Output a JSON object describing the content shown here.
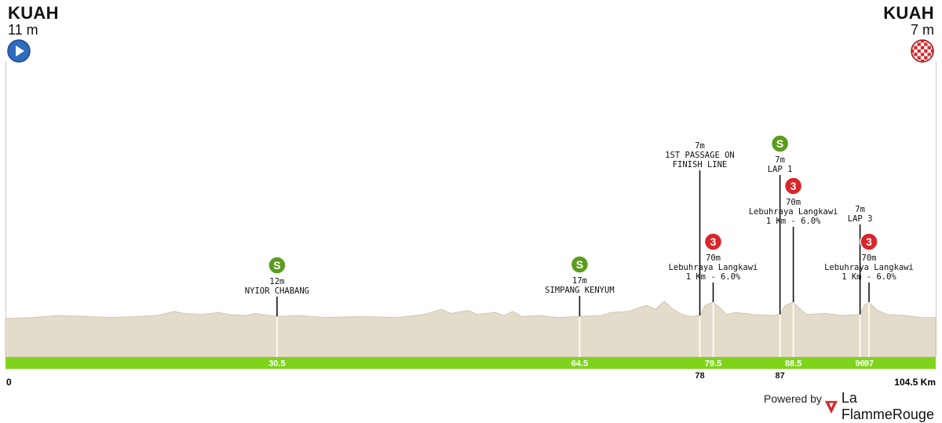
{
  "start": {
    "name": "KUAH",
    "altitude": "11 m",
    "icon": "play-circle-icon",
    "color": "#2f6bbf"
  },
  "finish": {
    "name": "KUAH",
    "altitude": "7 m",
    "icon": "checkered-flag-icon",
    "color": "#d42a2e"
  },
  "distance": {
    "start_label": "0",
    "end_label": "104.5 Km",
    "max_km": 104.5
  },
  "road_color": "#7fd41b",
  "terrain_color": "#e4dccb",
  "profile": [
    [
      0,
      7
    ],
    [
      3,
      8
    ],
    [
      6,
      10
    ],
    [
      9,
      9
    ],
    [
      12,
      8
    ],
    [
      15,
      9
    ],
    [
      17,
      10
    ],
    [
      19,
      14
    ],
    [
      20,
      12
    ],
    [
      22,
      11
    ],
    [
      24,
      13
    ],
    [
      25,
      11
    ],
    [
      27,
      10
    ],
    [
      28,
      12
    ],
    [
      30.5,
      9
    ],
    [
      33,
      10
    ],
    [
      36,
      8
    ],
    [
      40,
      9
    ],
    [
      44,
      8
    ],
    [
      47,
      11
    ],
    [
      49,
      16
    ],
    [
      50,
      12
    ],
    [
      52,
      15
    ],
    [
      53,
      11
    ],
    [
      55,
      13
    ],
    [
      56,
      10
    ],
    [
      57,
      14
    ],
    [
      58,
      9
    ],
    [
      60,
      10
    ],
    [
      62,
      8
    ],
    [
      64.5,
      9
    ],
    [
      67,
      10
    ],
    [
      68,
      13
    ],
    [
      70,
      14
    ],
    [
      72,
      20
    ],
    [
      73,
      16
    ],
    [
      74,
      24
    ],
    [
      75,
      16
    ],
    [
      76,
      11
    ],
    [
      77,
      9
    ],
    [
      78,
      10
    ],
    [
      78.6,
      20
    ],
    [
      79.5,
      23
    ],
    [
      80.3,
      17
    ],
    [
      81,
      11
    ],
    [
      82,
      13
    ],
    [
      84,
      11
    ],
    [
      86,
      10
    ],
    [
      87,
      11
    ],
    [
      87.6,
      20
    ],
    [
      88.5,
      23
    ],
    [
      89.2,
      17
    ],
    [
      90,
      11
    ],
    [
      92,
      12
    ],
    [
      94,
      10
    ],
    [
      96,
      11
    ],
    [
      96.5,
      20
    ],
    [
      97,
      23
    ],
    [
      97.8,
      16
    ],
    [
      99,
      11
    ],
    [
      101,
      10
    ],
    [
      103,
      8
    ],
    [
      104.5,
      8
    ]
  ],
  "markers": [
    {
      "km": 30.5,
      "km_label": "30.5",
      "type": "sprint",
      "badge": "S",
      "alt": "12m",
      "name": "NYIOR CHABANG",
      "km_below": false
    },
    {
      "km": 64.5,
      "km_label": "64.5",
      "type": "sprint",
      "badge": "S",
      "alt": "17m",
      "name": "SIMPANG KENYUM",
      "km_below": false
    },
    {
      "km": 78,
      "km_label": "78",
      "type": "passage",
      "badge": "",
      "alt": "7m",
      "name": "1ST PASSAGE ON",
      "name2": "FINISH LINE",
      "km_below": true
    },
    {
      "km": 79.5,
      "km_label": "79.5",
      "type": "climb",
      "badge": "3",
      "alt": "70m",
      "name": "Lebuhraya Langkawi",
      "name2": "1 Km - 6.0%",
      "km_below": false
    },
    {
      "km": 87,
      "km_label": "87",
      "type": "sprint",
      "badge": "S",
      "alt": "7m",
      "name": "LAP 1",
      "km_below": true
    },
    {
      "km": 88.5,
      "km_label": "88.5",
      "type": "climb",
      "badge": "3",
      "alt": "70m",
      "name": "Lebuhraya Langkawi",
      "name2": "1 Km - 6.0%",
      "km_below": false
    },
    {
      "km": 96,
      "km_label": "96",
      "type": "passage",
      "badge": "",
      "alt": "7m",
      "name": "LAP 3",
      "km_below": false
    },
    {
      "km": 97,
      "km_label": "97",
      "type": "climb",
      "badge": "3",
      "alt": "70m",
      "name": "Lebuhraya Langkawi",
      "name2": "1 Km - 6.0%",
      "km_below": false
    }
  ],
  "badge_colors": {
    "sprint": "#5c9c1f",
    "climb": "#d9262b"
  },
  "footer": {
    "powered_by": "Powered by",
    "brand": "La FlammeRouge",
    "brand_icon": "flamme-rouge-icon",
    "brand_color": "#d42a2e"
  }
}
